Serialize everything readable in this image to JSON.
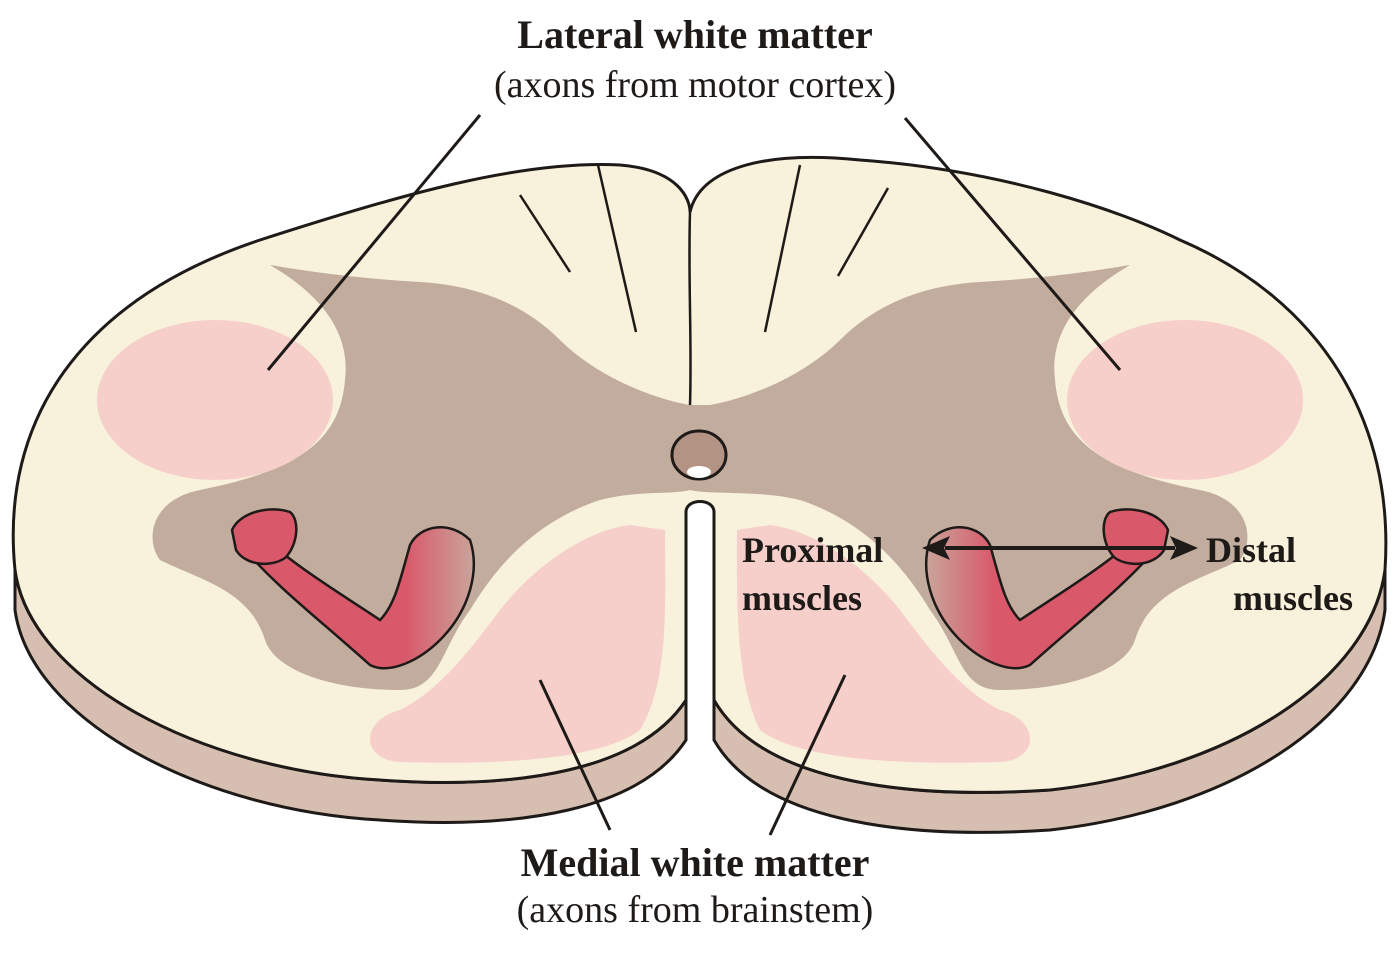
{
  "labels": {
    "lateral_title": "Lateral white matter",
    "lateral_sub": "(axons from motor cortex)",
    "medial_title": "Medial white matter",
    "medial_sub": "(axons from brainstem)",
    "proximal_line1": "Proximal",
    "proximal_line2": "muscles",
    "distal_line1": "Distal",
    "distal_line2": "muscles"
  },
  "colors": {
    "white_matter": "#f8f1dc",
    "grey_matter": "#bfa89a",
    "tract_pink": "#f6cfca",
    "arm_red": "#d9586a",
    "slab_side": "#d6bfb0",
    "outline": "#1e1a18"
  }
}
